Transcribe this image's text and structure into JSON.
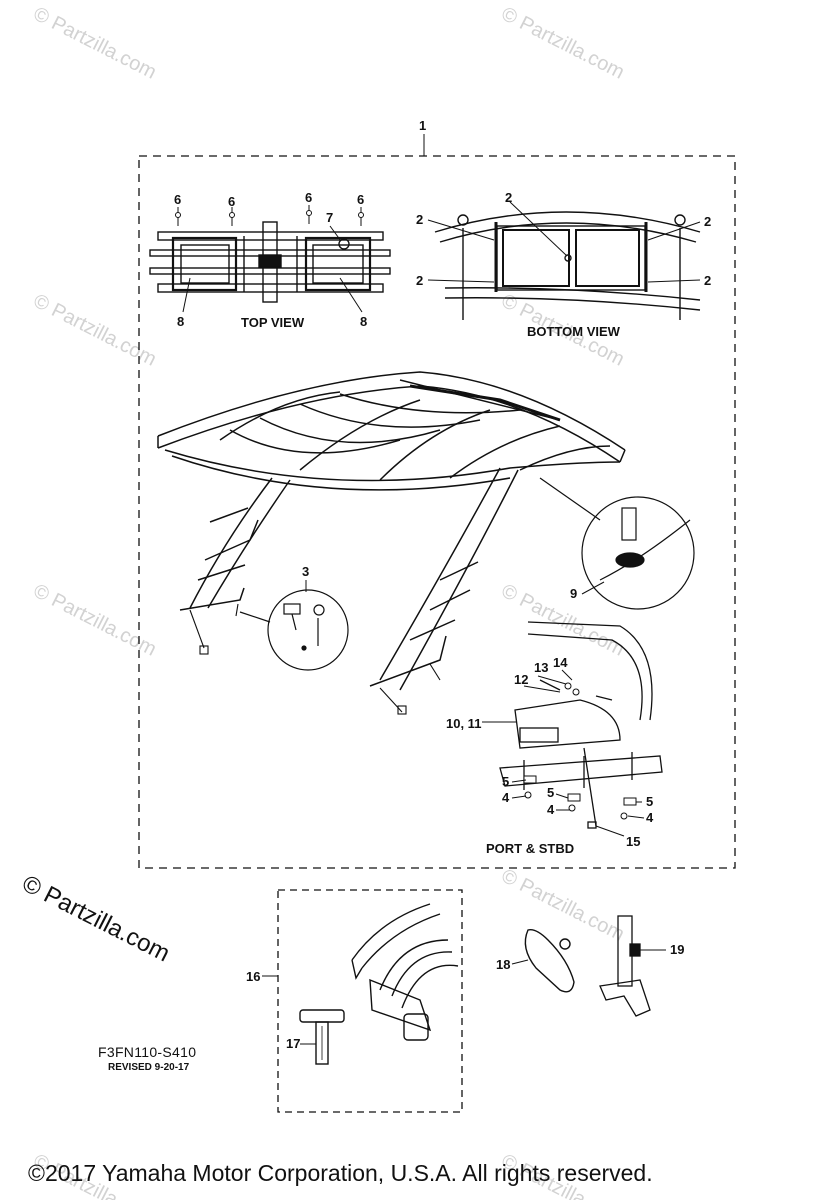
{
  "callouts": {
    "c1": "1",
    "c2": "2",
    "c3": "3",
    "c4": "4",
    "c5": "5",
    "c6": "6",
    "c7": "7",
    "c8": "8",
    "c9": "9",
    "c10_11": "10, 11",
    "c12": "12",
    "c13": "13",
    "c14": "14",
    "c15": "15",
    "c16": "16",
    "c17": "17",
    "c18": "18",
    "c19": "19"
  },
  "views": {
    "top": "TOP VIEW",
    "bottom": "BOTTOM VIEW",
    "port_stbd": "PORT & STBD"
  },
  "drawing": {
    "code": "F3FN110-S410",
    "revised": "REVISED 9-20-17"
  },
  "watermark": {
    "logo_text": "© Partzilla.com",
    "tile_text": "© Partzilla.com"
  },
  "footer": {
    "copyright": "©2017  Yamaha Motor Corporation, U.S.A. All rights reserved."
  },
  "colors": {
    "ink": "#111111",
    "watermark": "#d2d2d2"
  }
}
